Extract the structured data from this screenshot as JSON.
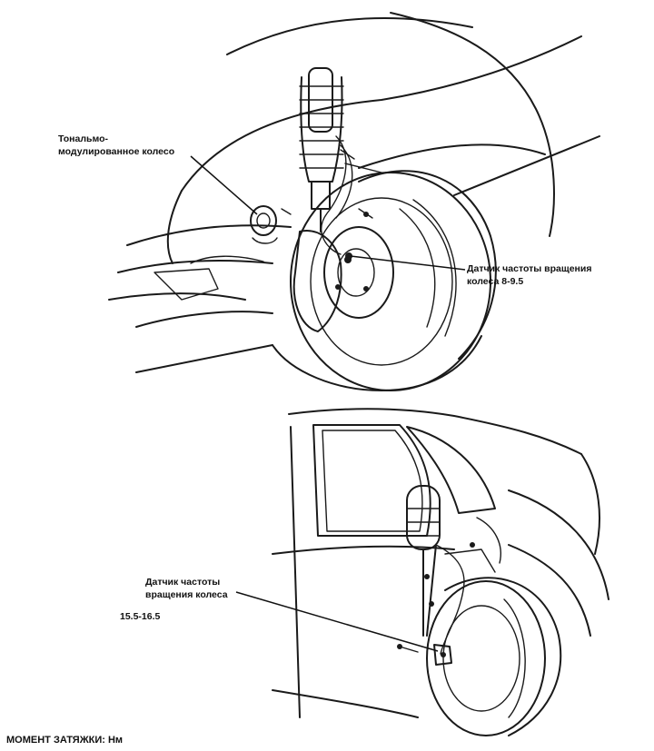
{
  "front": {
    "tone_wheel_label": [
      "Тональмо-",
      "модулированное колесо"
    ],
    "sensor_label": [
      "Датчик частоты вращения",
      "колеса 8-9.5"
    ]
  },
  "rear": {
    "sensor_label": [
      "Датчик частоты",
      "вращения колеса"
    ],
    "torque_value": "15.5-16.5"
  },
  "footer": {
    "torque_title": "МОМЕНТ ЗАТЯЖКИ: Нм"
  }
}
